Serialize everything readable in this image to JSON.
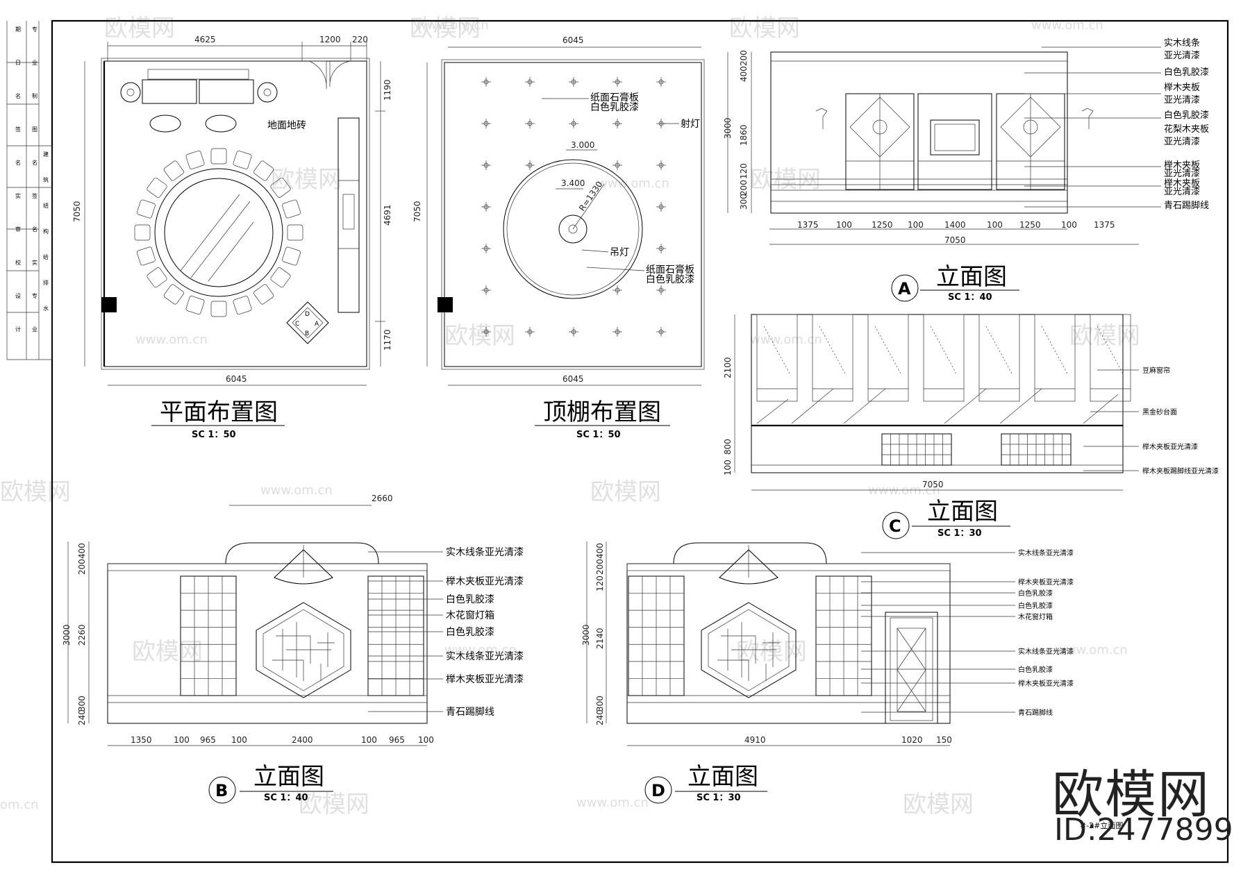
{
  "views": {
    "plan": {
      "title": "平面布置图",
      "scale": "SC 1：50",
      "floor_label": "地面地砖",
      "dims": {
        "top_total": "4625",
        "top_a": "1200",
        "top_b": "220",
        "left": "7050",
        "right_a": "1190",
        "right_b": "4691",
        "right_c": "1170",
        "bottom": "6045"
      },
      "markers": [
        "C",
        "A",
        "B",
        "D"
      ]
    },
    "ceiling": {
      "title": "顶棚布置图",
      "scale": "SC 1：50",
      "dims": {
        "top": "6045",
        "left": "7050",
        "bottom": "6045"
      },
      "labels": {
        "board_top": "纸面石膏板",
        "paint_top": "白色乳胶漆",
        "spot": "射灯",
        "level_1": "3.000",
        "level_2": "3.400",
        "radius": "R=1330",
        "lamp": "吊灯",
        "board_bot": "纸面石膏板",
        "paint_bot": "白色乳胶漆"
      }
    },
    "elev_a": {
      "tag": "A",
      "title": "立面图",
      "scale": "SC 1：40",
      "dims": {
        "h_total": "3000",
        "h1": "200",
        "h2": "400",
        "h3": "1860",
        "h4": "120",
        "h5": "200",
        "h6": "300",
        "b1": "1375",
        "b2": "100",
        "b3": "1250",
        "b4": "100",
        "b5": "1400",
        "b6": "100",
        "b7": "1250",
        "b8": "100",
        "b9": "1375",
        "total": "7050"
      },
      "labels": [
        "实木线条",
        "亚光清漆",
        "白色乳胶漆",
        "榉木夹板",
        "亚光清漆",
        "白色乳胶漆",
        "花梨木夹板",
        "亚光清漆",
        "榉木夹板",
        "亚光清漆",
        "榉木夹板",
        "亚光清漆",
        "青石踢脚线"
      ]
    },
    "elev_c": {
      "tag": "C",
      "title": "立面图",
      "scale": "SC 1：30",
      "dims": {
        "h1": "2100",
        "h2": "800",
        "h3": "100",
        "total": "7050"
      },
      "labels": [
        "豆麻窗帘",
        "黑金砂台面",
        "榉木夹板亚光清漆",
        "榉木夹板踢脚线亚光清漆"
      ]
    },
    "elev_b": {
      "tag": "B",
      "title": "立面图",
      "scale": "SC 1：40",
      "dims": {
        "top": "2660",
        "h1": "400",
        "h2": "200",
        "h3": "2260",
        "h4": "3000",
        "h5": "240",
        "h6": "300",
        "b1": "1350",
        "b2": "100",
        "b3": "965",
        "b4": "100",
        "b5": "2400",
        "b6": "100",
        "b7": "965",
        "b8": "100"
      },
      "labels": [
        "实木线条亚光清漆",
        "榉木夹板亚光清漆",
        "白色乳胶漆",
        "木花窗灯箱",
        "白色乳胶漆",
        "实木线条亚光清漆",
        "榉木夹板亚光清漆",
        "青石踢脚线"
      ]
    },
    "elev_d": {
      "tag": "D",
      "title": "立面图",
      "scale": "SC 1：30",
      "dims": {
        "h1": "400",
        "h2": "200",
        "h3": "120",
        "h4": "2140",
        "h5": "3000",
        "h6": "240",
        "h7": "300",
        "b1": "4910",
        "b2": "1020",
        "b3": "150"
      },
      "labels": [
        "实木线条亚光清漆",
        "榉木夹板亚光清漆",
        "白色乳胶漆",
        "白色乳胶漆",
        "木花窗灯箱",
        "实木线条亚光清漆",
        "白色乳胶漆",
        "榉木夹板亚光清漆",
        "青石踢脚线"
      ]
    }
  },
  "watermark": {
    "brand": "欧模网",
    "url": "www.om.cn",
    "url_short": "om.cn"
  },
  "brand": {
    "name": "欧模网",
    "id": "ID:2477899"
  },
  "title_block": [
    "期",
    "日",
    "名",
    "签",
    "名",
    "实",
    "审",
    "校",
    "设",
    "计",
    "专",
    "业",
    "制",
    "图",
    "名",
    "签",
    "名",
    "实",
    "专",
    "业",
    "建",
    "筑",
    "结",
    "构",
    "给",
    "排",
    "水"
  ],
  "footer_note": "#-2#立面图"
}
